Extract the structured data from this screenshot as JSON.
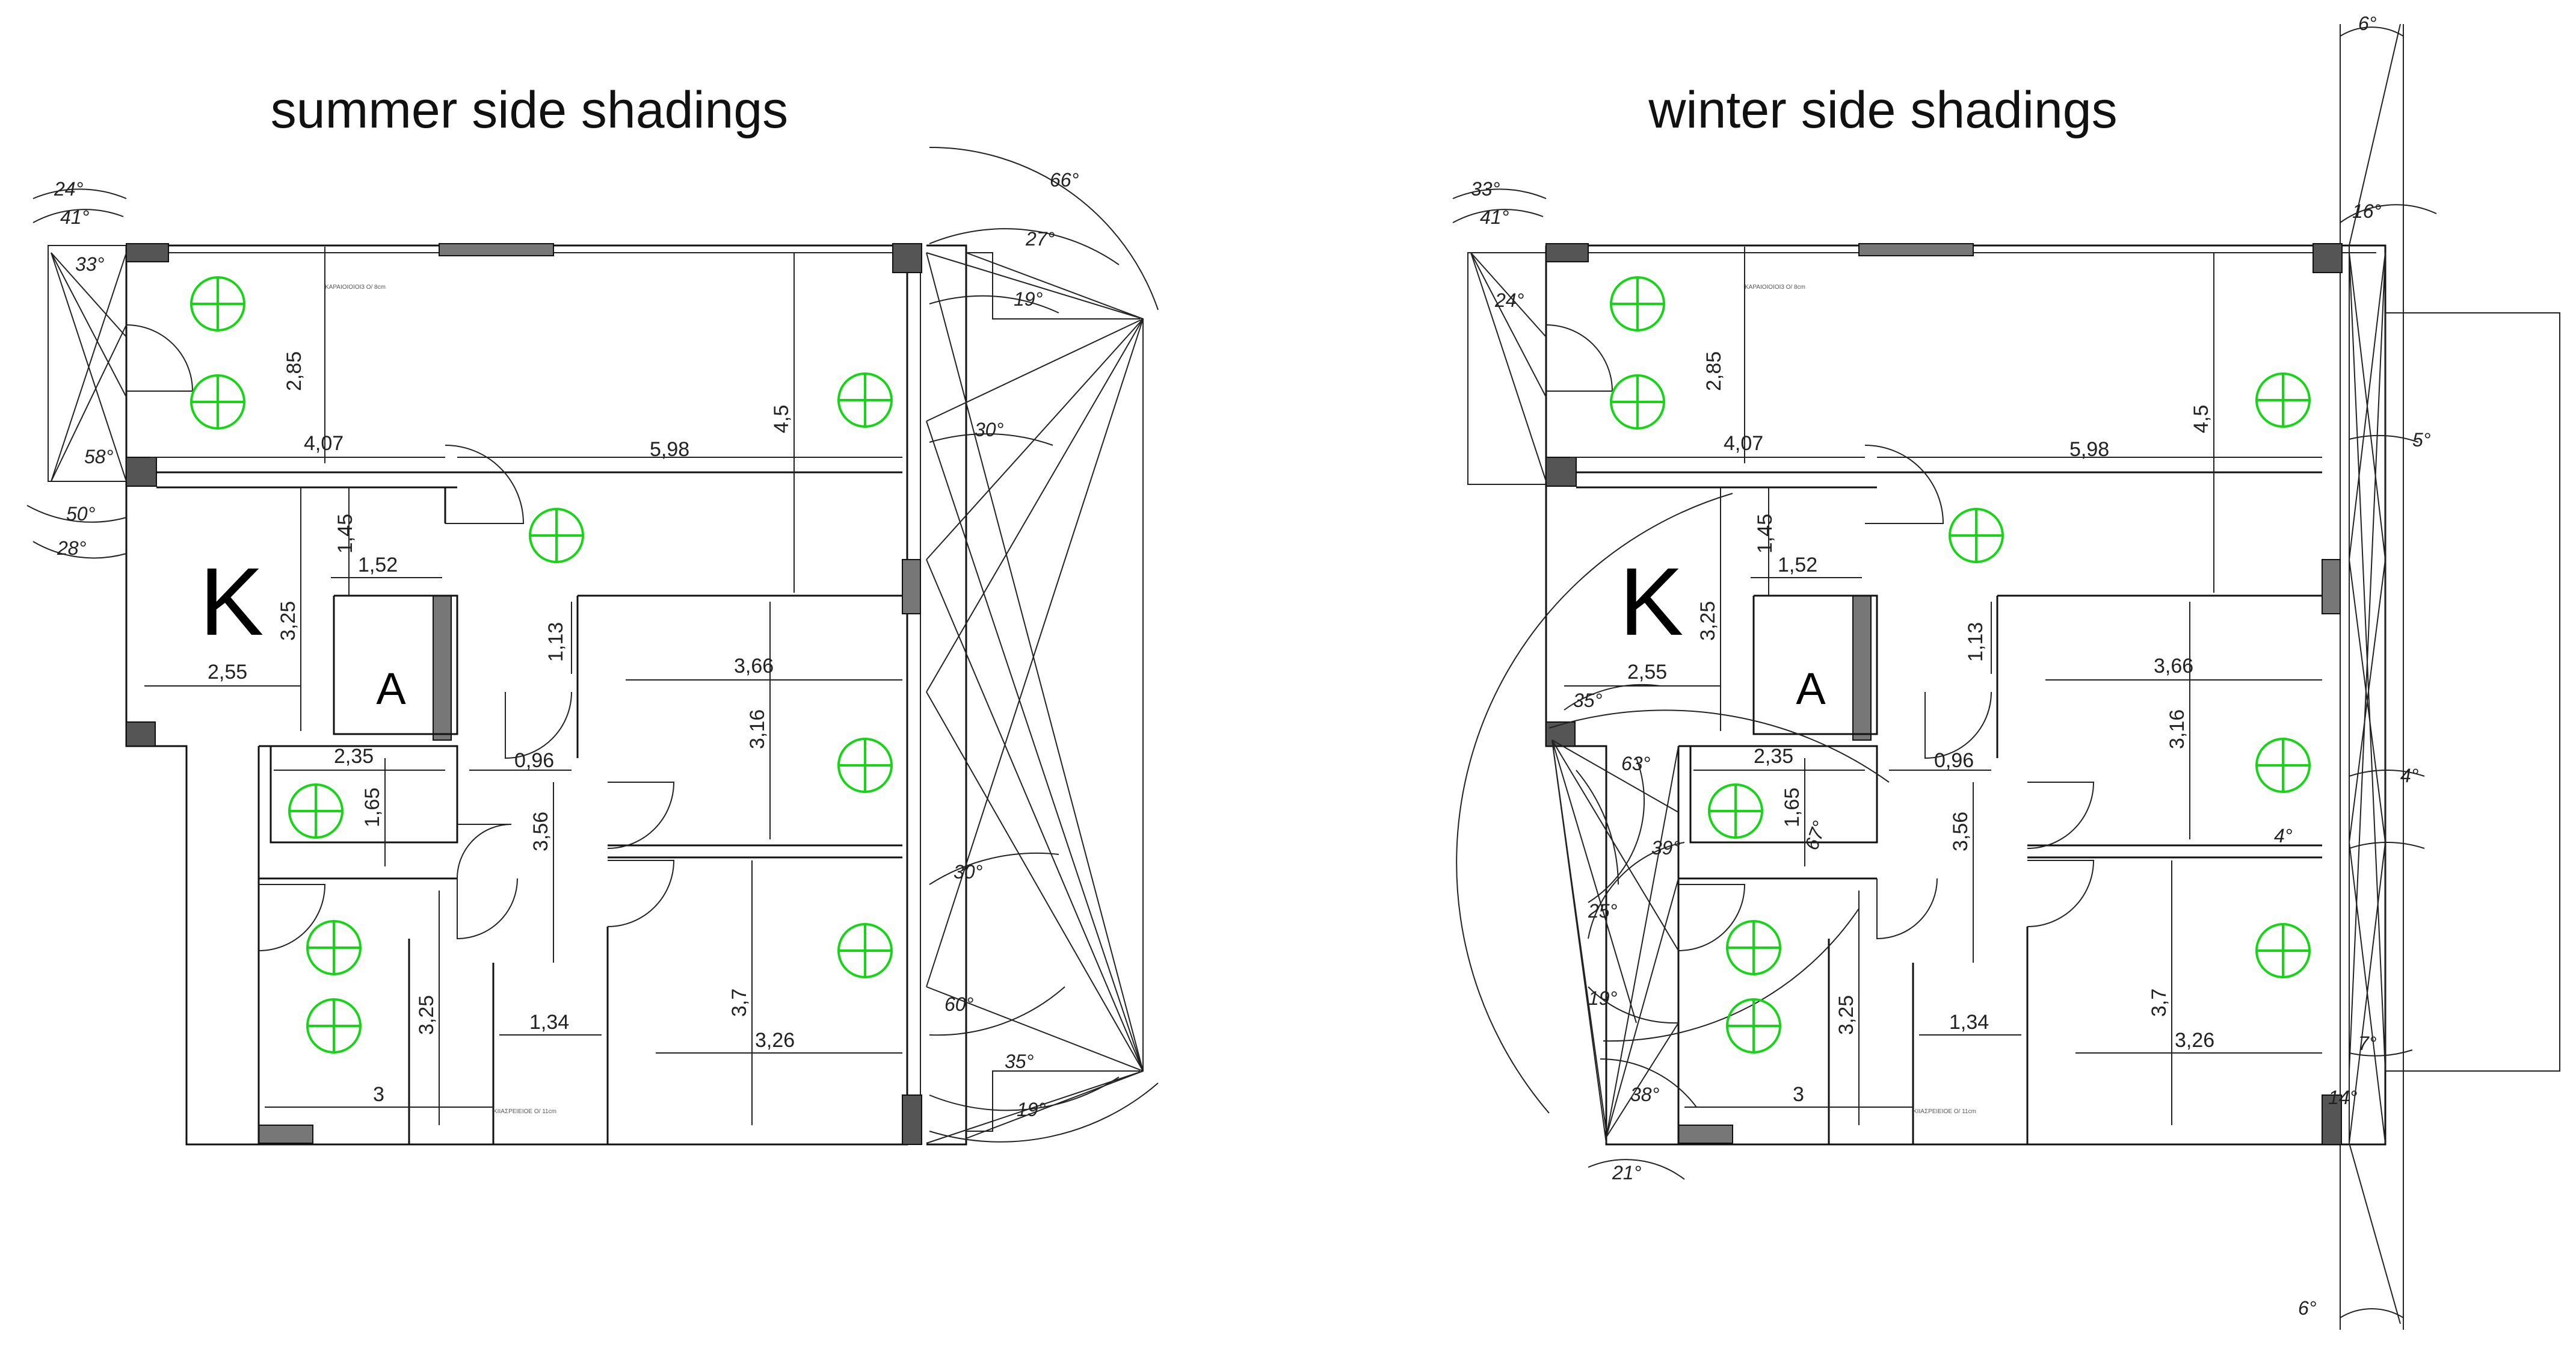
{
  "summer": {
    "title": "summer side shadings",
    "room_labels": {
      "k": "K",
      "a": "A"
    },
    "tiny_notes": [
      "ΚΑΡΑΙΟΙΟΙΟΙ3 Ο/ 8cm",
      "ΚΙΙΑΣΡΕΙΕΙΟΕ Ο/ 11cm"
    ],
    "dims": [
      "4,07",
      "5,98",
      "2,85",
      "4,5",
      "1,45",
      "1,52",
      "3,25",
      "2,55",
      "1,13",
      "3,66",
      "3,16",
      "2,35",
      "0,96",
      "1,65",
      "3,56",
      "3,25",
      "3,7",
      "1,34",
      "3,26",
      "3"
    ],
    "angles": [
      "24°",
      "41°",
      "33°",
      "58°",
      "50°",
      "28°",
      "66°",
      "27°",
      "19°",
      "30°",
      "30°",
      "60°",
      "35°",
      "19°"
    ]
  },
  "winter": {
    "title": "winter side shadings",
    "room_labels": {
      "k": "K",
      "a": "A"
    },
    "tiny_notes": [
      "ΚΑΡΑΙΟΙΟΙΟΙ3 Ο/ 8cm",
      "ΚΙΙΑΣΡΕΙΕΙΟΕ Ο/ 11cm"
    ],
    "dims": [
      "4,07",
      "5,98",
      "2,85",
      "4,5",
      "1,45",
      "1,52",
      "3,25",
      "2,55",
      "1,13",
      "3,66",
      "3,16",
      "2,35",
      "0,96",
      "1,65",
      "3,56",
      "3,25",
      "3,7",
      "1,34",
      "3,26",
      "3"
    ],
    "angles": [
      "6°",
      "33°",
      "41°",
      "24°",
      "16°",
      "5°",
      "35°",
      "63°",
      "39°",
      "67°",
      "4°",
      "4°",
      "25°",
      "19°",
      "38°",
      "7°",
      "14°",
      "21°",
      "6°"
    ]
  },
  "colors": {
    "lamp": "#15d615",
    "wall": "#111111"
  },
  "icons": {
    "lamp": "lamp-icon"
  }
}
